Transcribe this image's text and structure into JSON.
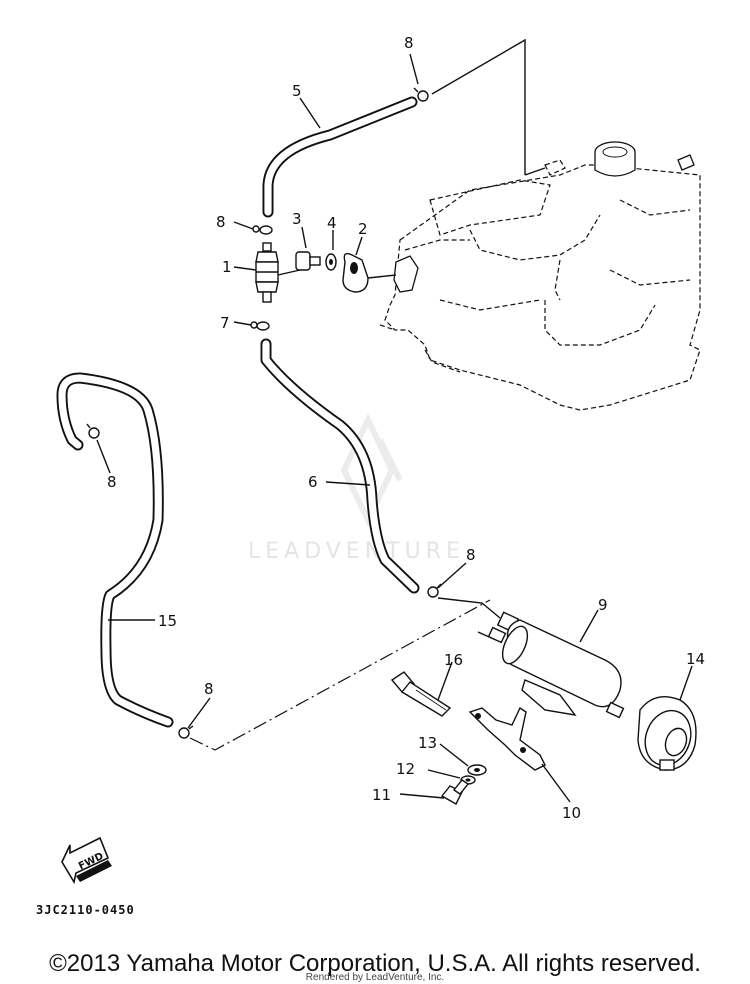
{
  "callouts": {
    "c1": "1",
    "c2": "2",
    "c3": "3",
    "c4": "4",
    "c5": "5",
    "c6": "6",
    "c7": "7",
    "c8a": "8",
    "c8b": "8",
    "c8c": "8",
    "c8d": "8",
    "c8e": "8",
    "c9": "9",
    "c10": "10",
    "c11": "11",
    "c12": "12",
    "c13": "13",
    "c14": "14",
    "c15": "15",
    "c16": "16"
  },
  "fwd_label": "FWD",
  "diagram_code": "3JC2110-0450",
  "watermark": "LEADVENTURE",
  "copyright": "©2013 Yamaha Motor Corporation, U.S.A. All rights reserved.",
  "rendered_by": "Rendered by LeadVenture, Inc."
}
